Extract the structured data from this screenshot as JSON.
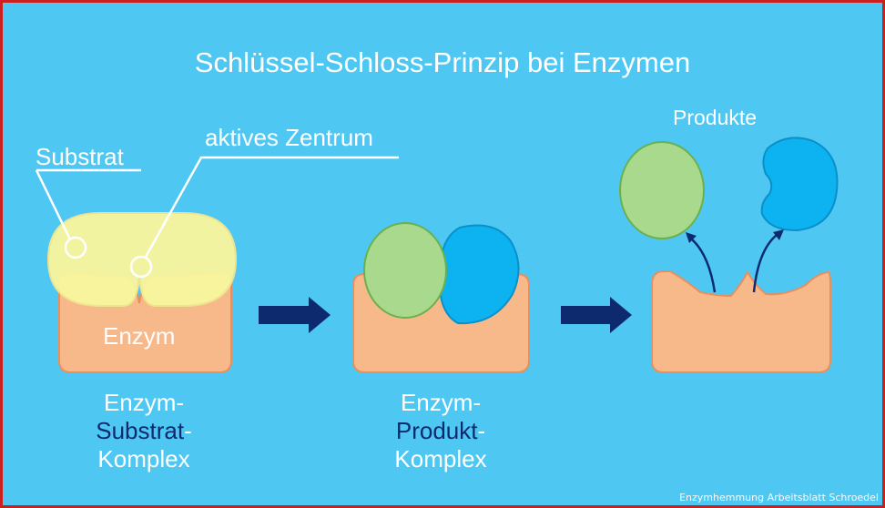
{
  "title": "Schlüssel-Schloss-Prinzip bei Enzymen",
  "labels": {
    "substrat": "Substrat",
    "aktives_zentrum": "aktives Zentrum",
    "enzym": "Enzym",
    "produkte": "Produkte"
  },
  "captions": {
    "complex1": {
      "line1": "Enzym-",
      "line2": "Substrat",
      "line2_suffix": "-",
      "line3": "Komplex"
    },
    "complex2": {
      "line1": "Enzym-",
      "line2": "Produkt",
      "line2_suffix": "-",
      "line3": "Komplex"
    }
  },
  "watermark": "Enzymhemmung Arbeitsblatt Schroedel",
  "colors": {
    "background": "#4ec8f3",
    "border": "#cc1f1f",
    "enzyme": "#f8b98a",
    "substrate": "#f8f59e",
    "product_green": "#a8d98c",
    "product_blue": "#0db3f0",
    "arrow": "#0e2a6e"
  }
}
